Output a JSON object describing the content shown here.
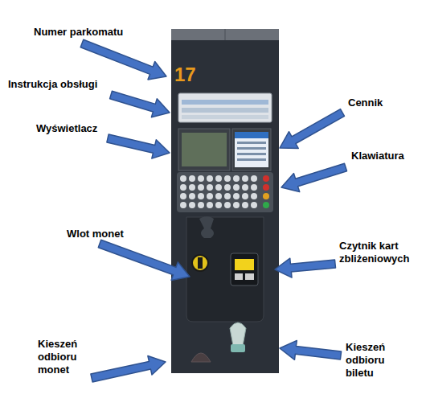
{
  "diagram": {
    "labels": [
      "Numer parkomatu",
      "Instrukcja obsługi",
      "Wyświetlacz",
      "Wlot monet",
      "Kieszeń odbioru monet",
      "Cennik",
      "Klawiatura",
      "Czytnik kart zbliżeniowych",
      "Kieszeń odbioru biletu",
      "17"
    ]
  }
}
